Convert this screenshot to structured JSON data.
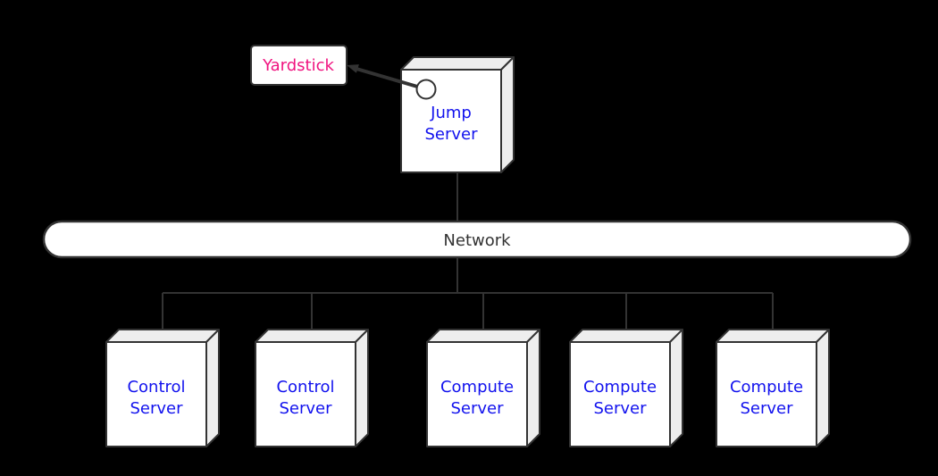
{
  "colors": {
    "background": "#000000",
    "node_fill": "#ffffff",
    "node_side_fill": "#eeeeee",
    "line": "#333333",
    "server_text": "#1212ee",
    "yardstick_text": "#f01480",
    "network_text": "#333333"
  },
  "yardstick": {
    "label": "Yardstick"
  },
  "jump_server": {
    "line1": "Jump",
    "line2": "Server"
  },
  "network": {
    "label": "Network"
  },
  "servers": [
    {
      "name": "control-server-1",
      "line1": "Control",
      "line2": "Server"
    },
    {
      "name": "control-server-2",
      "line1": "Control",
      "line2": "Server"
    },
    {
      "name": "compute-server-1",
      "line1": "Compute",
      "line2": "Server"
    },
    {
      "name": "compute-server-2",
      "line1": "Compute",
      "line2": "Server"
    },
    {
      "name": "compute-server-3",
      "line1": "Compute",
      "line2": "Server"
    }
  ]
}
